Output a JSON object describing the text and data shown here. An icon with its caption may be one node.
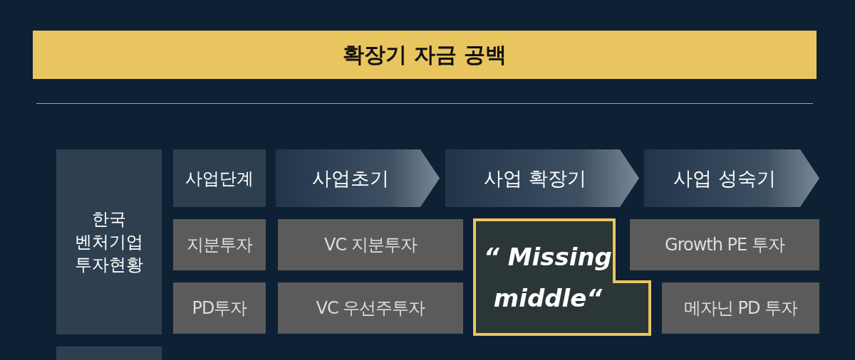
{
  "diagram": {
    "title": "확장기 자금 공백",
    "nodes": [
      {
        "text": [
          "한국 벤처기업 투자현황"
        ]
      },
      {
        "text": [
          "사업단계"
        ]
      },
      {
        "text": [
          "사업초기"
        ]
      },
      {
        "text": [
          "사업 확장기"
        ]
      },
      {
        "text": [
          "사업 성숙기"
        ]
      },
      {
        "text": [
          "지분투자"
        ]
      },
      {
        "text": [
          "VC 지분투자"
        ]
      },
      {
        "text": [
          "“ Missing middle“"
        ]
      },
      {
        "text": [
          "Growth PE 투자"
        ]
      },
      {
        "text": [
          "PD투자"
        ]
      },
      {
        "text": [
          "VC 우선주투자"
        ]
      },
      {
        "text": [
          "메자닌 PD 투자"
        ]
      },
      {
        "text": [],
        "shape": "box"
      }
    ]
  }
}
